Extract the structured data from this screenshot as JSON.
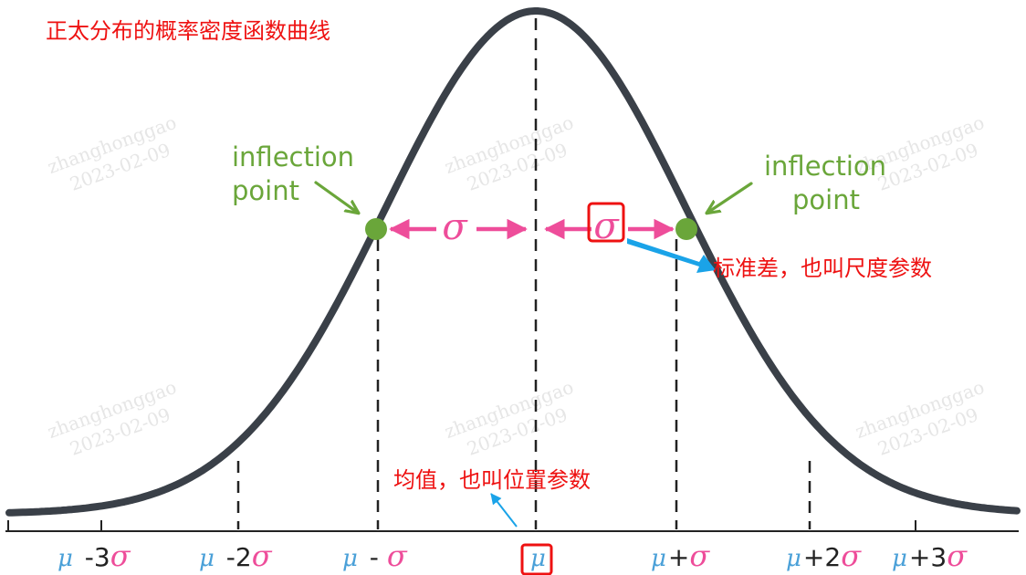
{
  "title": "正太分布的概率密度函数曲线",
  "inflection_label_line1": "inflection",
  "inflection_label_line2": "point",
  "sigma_symbol": "σ",
  "std_annotation": "标准差，也叫尺度参数",
  "mean_annotation": "均值，也叫位置参数",
  "axis_ticks": [
    {
      "mu": "μ",
      "op": " -3",
      "sigma": "σ"
    },
    {
      "mu": "μ",
      "op": " -2",
      "sigma": "σ"
    },
    {
      "mu": "μ",
      "op": " - ",
      "sigma": "σ"
    },
    {
      "mu": "μ",
      "op": "",
      "sigma": ""
    },
    {
      "mu": "μ",
      "op": "+",
      "sigma": "σ"
    },
    {
      "mu": "μ",
      "op": "+2",
      "sigma": "σ"
    },
    {
      "mu": "μ",
      "op": "+3",
      "sigma": "σ"
    }
  ],
  "watermark": {
    "line1": "zhanghonggao",
    "line2": "2023-02-09"
  },
  "colors": {
    "curve": "#3a4048",
    "axis": "#222222",
    "green": "#6aa63a",
    "pink": "#ee4d9a",
    "red": "#ee1111",
    "blue": "#1aa3e8",
    "mu_blue": "#4aa0d8",
    "watermark": "#e6e6e6"
  }
}
